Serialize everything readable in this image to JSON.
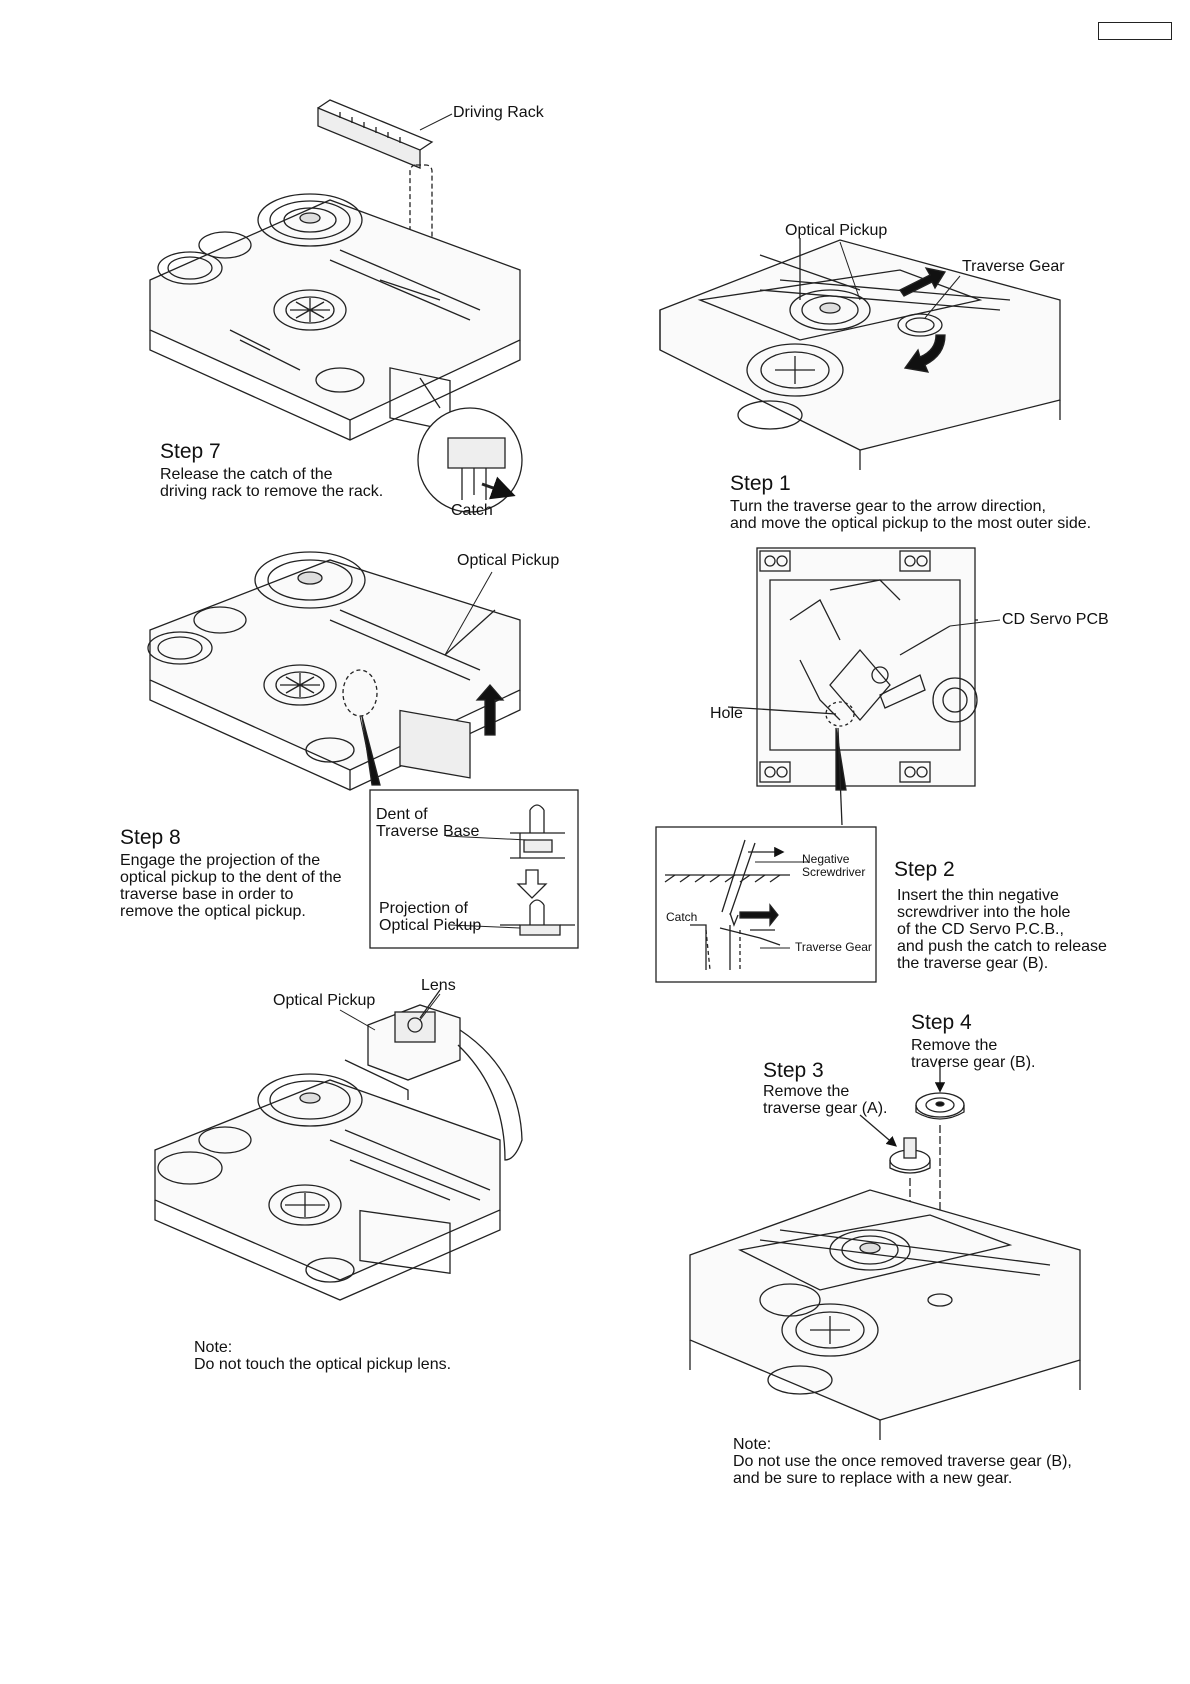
{
  "page": {
    "page_number_box": ""
  },
  "step7": {
    "label_driving_rack": "Driving Rack",
    "label_catch": "Catch",
    "title": "Step 7",
    "text": "Release the catch of the\ndriving rack to remove the rack."
  },
  "step8": {
    "label_optical_pickup": "Optical Pickup",
    "label_dent": "Dent of\nTraverse Base",
    "label_projection": "Projection of\nOptical Pickup",
    "title": "Step 8",
    "text": "Engage the projection of the\noptical pickup to the dent of the\ntraverse base in order to\nremove the optical pickup."
  },
  "lens_section": {
    "label_lens": "Lens",
    "label_optical_pickup": "Optical Pickup",
    "note_title": "Note:",
    "note_text": "Do not touch the optical pickup lens."
  },
  "step1": {
    "label_optical_pickup": "Optical Pickup",
    "label_traverse_gear": "Traverse Gear",
    "title": "Step 1",
    "text": "Turn the traverse gear to the arrow direction,\nand move the optical pickup to the most outer side."
  },
  "step2": {
    "label_cd_servo": "CD Servo PCB",
    "label_hole": "Hole",
    "label_negative": "Negative\nScrewdriver",
    "label_catch": "Catch",
    "label_traverse_gear": "Traverse Gear",
    "title": "Step 2",
    "text": "Insert the thin negative\nscrewdriver into the hole\nof the CD Servo P.C.B.,\nand push the catch to release\nthe traverse gear (B)."
  },
  "step3": {
    "title": "Step 3",
    "text": "Remove the\ntraverse gear (A)."
  },
  "step4": {
    "title": "Step 4",
    "text": "Remove the\ntraverse gear (B).",
    "note_title": "Note:",
    "note_text": "Do not use the once removed traverse gear (B),\nand be sure to replace with a new gear."
  }
}
